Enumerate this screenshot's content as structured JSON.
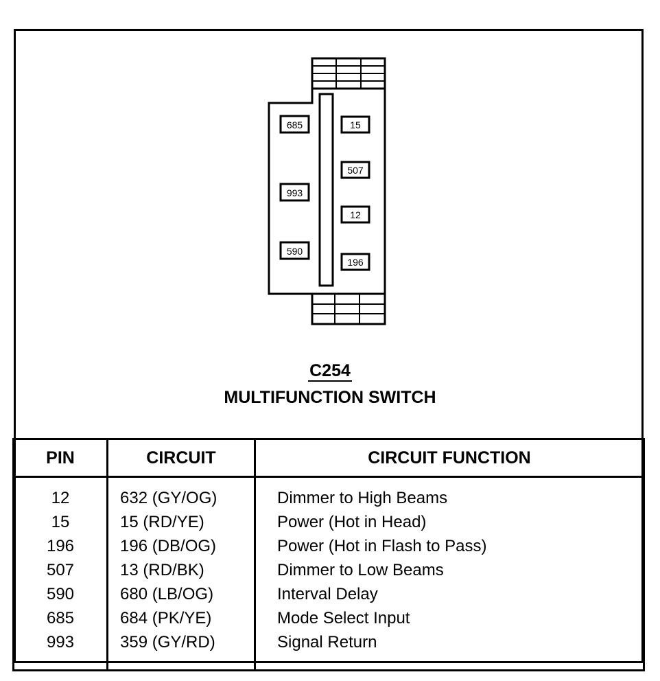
{
  "connector": {
    "id": "C254",
    "name": "MULTIFUNCTION SWITCH",
    "left_column_pins": [
      "685",
      "993",
      "590"
    ],
    "right_column_pins": [
      "15",
      "507",
      "12",
      "196"
    ]
  },
  "table": {
    "headers": {
      "pin": "PIN",
      "circuit": "CIRCUIT",
      "function": "CIRCUIT FUNCTION"
    },
    "rows": [
      {
        "pin": "12",
        "circuit": "632 (GY/OG)",
        "function": "Dimmer to High Beams"
      },
      {
        "pin": "15",
        "circuit": "15 (RD/YE)",
        "function": "Power (Hot in Head)"
      },
      {
        "pin": "196",
        "circuit": "196 (DB/OG)",
        "function": "Power (Hot in Flash to Pass)"
      },
      {
        "pin": "507",
        "circuit": "13 (RD/BK)",
        "function": "Dimmer to Low Beams"
      },
      {
        "pin": "590",
        "circuit": "680 (LB/OG)",
        "function": "Interval Delay"
      },
      {
        "pin": "685",
        "circuit": "684 (PK/YE)",
        "function": "Mode Select Input"
      },
      {
        "pin": "993",
        "circuit": "359 (GY/RD)",
        "function": "Signal Return"
      }
    ]
  }
}
